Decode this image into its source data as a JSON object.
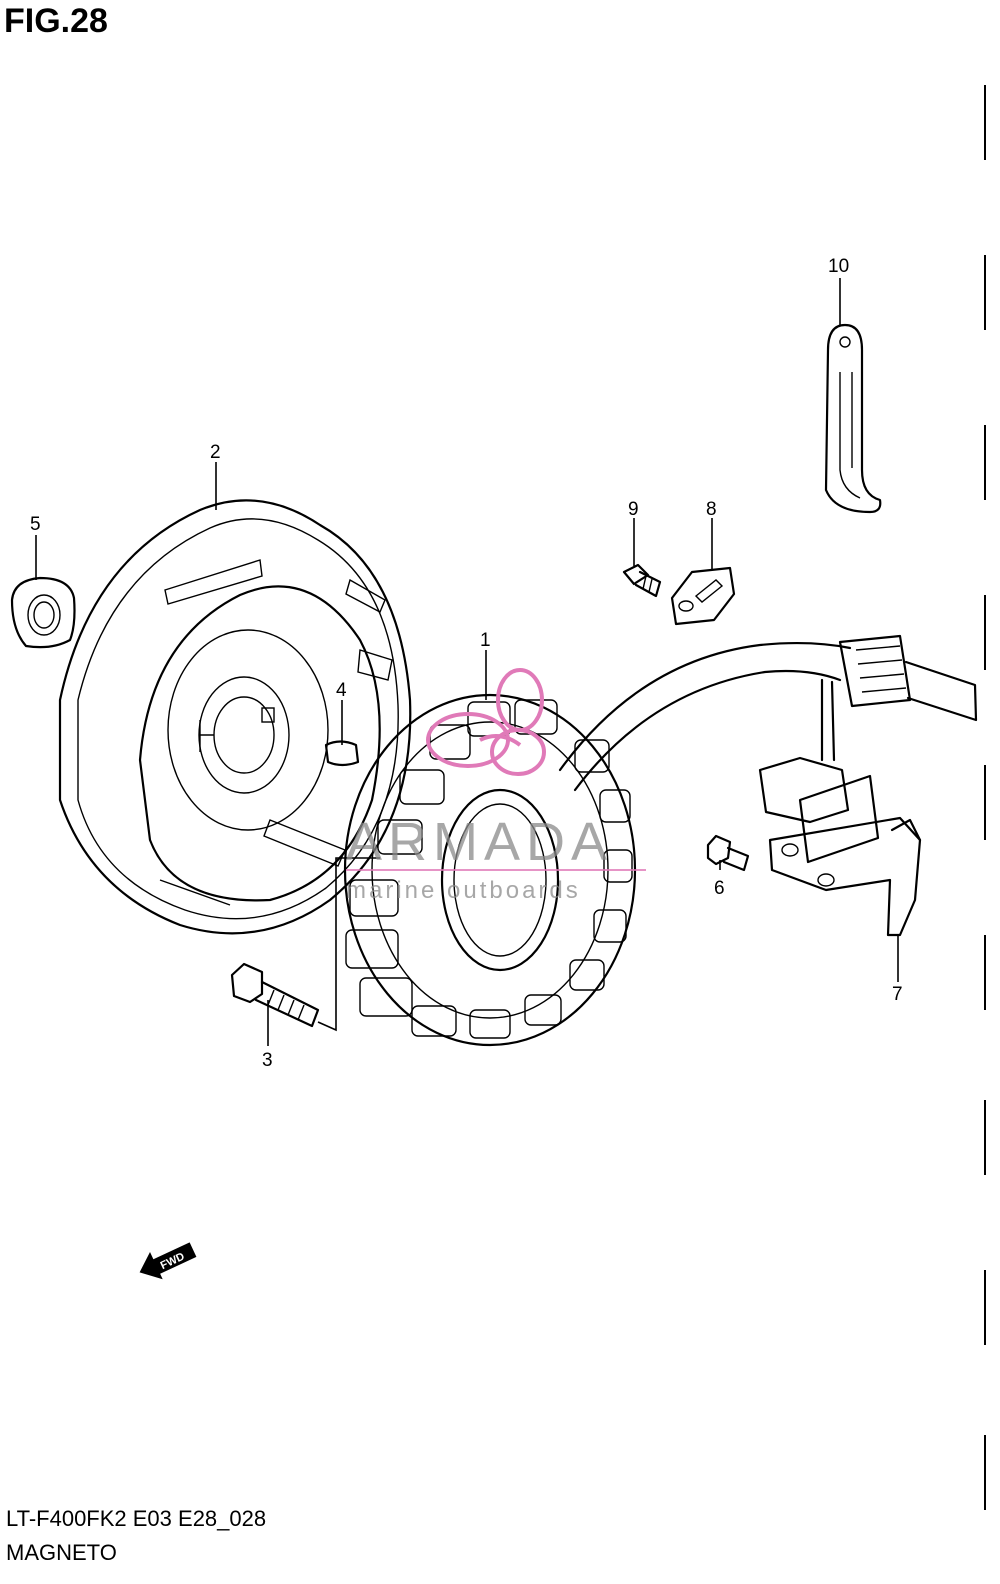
{
  "figure": {
    "title": "FIG.28",
    "model_code": "LT-F400FK2 E03 E28_028",
    "section_name": "MAGNETO"
  },
  "callouts": [
    {
      "id": "1",
      "label": "1"
    },
    {
      "id": "2",
      "label": "2"
    },
    {
      "id": "3",
      "label": "3"
    },
    {
      "id": "4",
      "label": "4"
    },
    {
      "id": "5",
      "label": "5"
    },
    {
      "id": "6",
      "label": "6"
    },
    {
      "id": "7",
      "label": "7"
    },
    {
      "id": "8",
      "label": "8"
    },
    {
      "id": "9",
      "label": "9"
    },
    {
      "id": "10",
      "label": "10"
    }
  ],
  "direction_marker": {
    "label": "FWD"
  },
  "watermark": {
    "name": "ARMADA",
    "tagline": "marine outboards",
    "color": "#e07ab8"
  },
  "colors": {
    "line": "#000000",
    "background": "#ffffff"
  }
}
